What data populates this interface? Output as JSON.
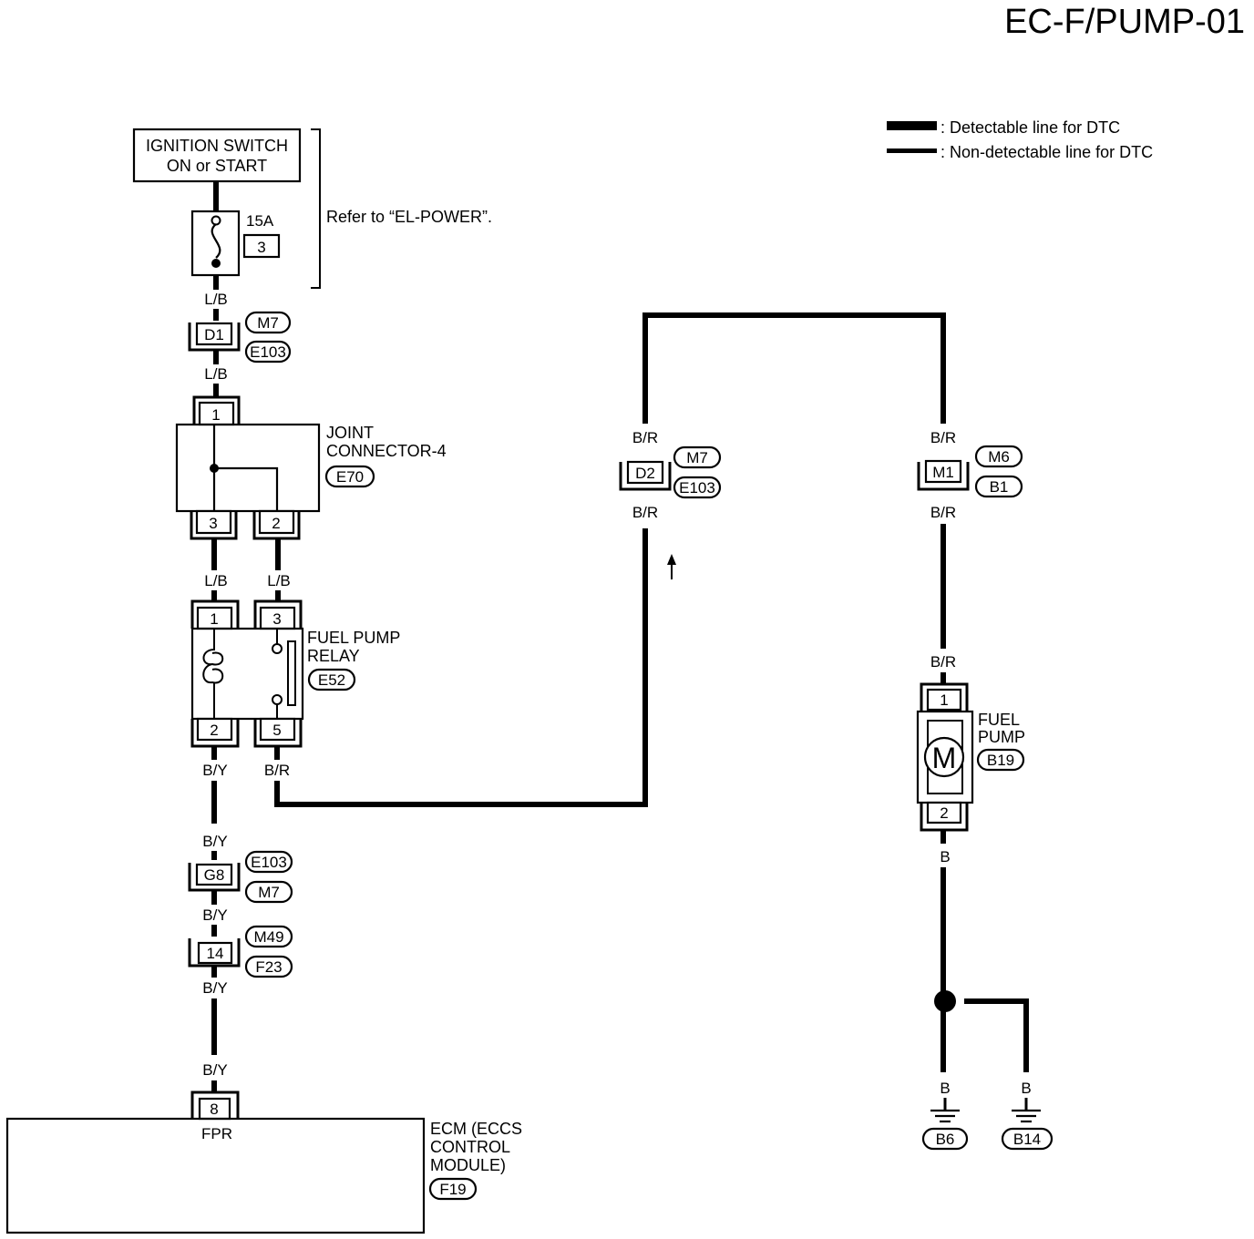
{
  "title": "EC-F/PUMP-01",
  "legend": {
    "detectable": ": Detectable line for DTC",
    "non_detectable": ": Non-detectable line for DTC"
  },
  "ignition_switch": {
    "line1": "IGNITION SWITCH",
    "line2": "ON or START"
  },
  "fuse": {
    "rating": "15A",
    "number": "3"
  },
  "refer_note": "Refer to “EL-POWER”.",
  "wires": {
    "lb_1": "L/B",
    "lb_2": "L/B",
    "lb_3": "L/B",
    "lb_4": "L/B",
    "by_1": "B/Y",
    "by_2": "B/Y",
    "by_3": "B/Y",
    "by_4": "B/Y",
    "by_5": "B/Y",
    "br_relay": "B/R",
    "br_d2_top": "B/R",
    "br_d2_bot": "B/R",
    "br_m1_top": "B/R",
    "br_m1_bot": "B/R",
    "br_pump": "B/R",
    "b_pump": "B",
    "b_gnd1": "B",
    "b_gnd2": "B"
  },
  "connectors": {
    "d1": {
      "pin": "D1",
      "refs": [
        "M7",
        "E103"
      ]
    },
    "d2": {
      "pin": "D2",
      "refs": [
        "M7",
        "E103"
      ]
    },
    "m1": {
      "pin": "M1",
      "refs": [
        "M6",
        "B1"
      ]
    },
    "g8": {
      "pin": "G8",
      "refs": [
        "E103",
        "M7"
      ]
    },
    "c14": {
      "pin": "14",
      "refs": [
        "M49",
        "F23"
      ]
    }
  },
  "joint_connector": {
    "line1": "JOINT",
    "line2": "CONNECTOR-4",
    "ref": "E70",
    "pins": [
      "1",
      "3",
      "2"
    ]
  },
  "relay": {
    "line1": "FUEL PUMP",
    "line2": "RELAY",
    "ref": "E52",
    "pins": [
      "1",
      "3",
      "2",
      "5"
    ]
  },
  "fuel_pump": {
    "line1": "FUEL",
    "line2": "PUMP",
    "ref": "B19",
    "pins": [
      "1",
      "2"
    ],
    "motor": "M"
  },
  "ecm": {
    "line1": "ECM (ECCS",
    "line2": "CONTROL",
    "line3": "MODULE)",
    "ref": "F19",
    "pin": "8",
    "terminal": "FPR"
  },
  "grounds": {
    "g1": "B6",
    "g2": "B14"
  }
}
